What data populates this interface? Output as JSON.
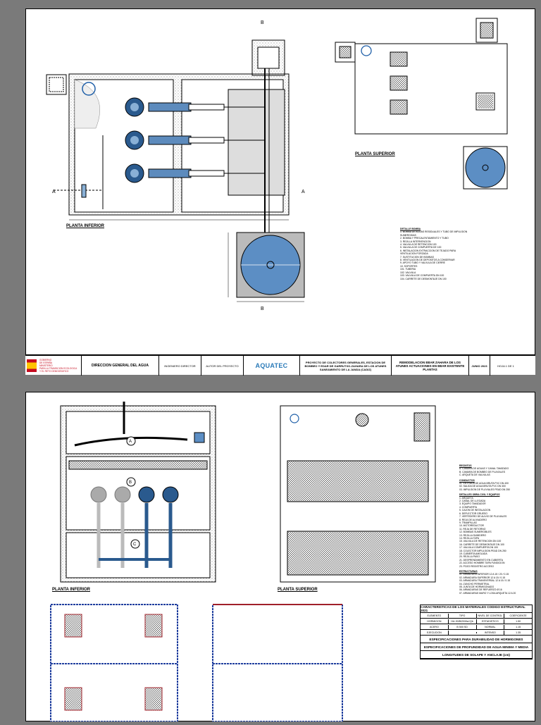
{
  "sheet1": {
    "plan_lower_label": "PLANTA INFERIOR",
    "plan_upper_label": "PLANTA SUPERIOR",
    "section_mark_a": "A",
    "section_mark_b": "B",
    "legend_title": "DETALLE BOMBA",
    "legend_items": [
      "1. BOMBA DE AGUAS RESIDUALES Y TUBO DE IMPULSION",
      "   SUMERGIDAS",
      "2. BOMBA Y PRECALENTAMIENTO Y TUBO",
      "3. REJILLA INTERVENCION",
      "4. VALVULA DE RETENCION 100",
      "5. VALVULA DE COMPUERTA DE 100",
      "6. INSTALACION EXTRACCION DE TEJADO PARA",
      "   VENTILACION FORZADA",
      "7. SUSTITUCION DE BOMBAS",
      "8. VENTILACION DE DEPOSITOS A CONSERVAR",
      "9. APOYO TUBO Y VALVULA DE CIERRE",
      "10. SOPORTES",
      "101. TUBERIA",
      "102. VALVULA",
      "103. VALVULA DE COMPUERTA DN 100",
      "104. CARRETE DE DESMONTAJE DN 100"
    ],
    "title_block": {
      "agency": "DIRECCION GENERAL DEL AGUA",
      "ministry": "GOBIERNO\nDE ESPAÑA\nMINISTERIO\nPARA LA TRANSICION ECOLOGICA\nY EL RETO DEMOGRAFICO",
      "engineer_label": "INGENIERO DIRECTOR",
      "author_label": "AUTOR DEL PROYECTO",
      "consultant": "AQUATEC",
      "project": "PROYECTO DE COLECTORES GENERALES, ESTACION DE BOMBEO Y EDAR DE GARRUTXO-ZAHARA DE LOS ATUNES SANEAMIENTO DE LA JANDA (CADIZ)",
      "plan_title": "REMODELACION EBAR ZAHARA DE LOS ATUNES ACTUACIONES EN EBAR EXISTENTE PLANTAS",
      "date": "JUNIO 2023",
      "sheet": "HOJA 1 DE 1"
    }
  },
  "sheet2": {
    "plan_lower_label": "PLANTA INFERIOR",
    "plan_upper_label": "PLANTA SUPERIOR",
    "zones": [
      "A",
      "B",
      "C"
    ],
    "legend_sections": [
      {
        "title": "RECINTOS",
        "items": [
          "A.   CAMARA DE AGUAS Y CANAL TAMIZADO",
          "B.   CAMARA DE BOMBEO DE PLUVIALES",
          "C.   ARQUETA DE VALVULAS"
        ]
      },
      {
        "title": "CONDUCTOS",
        "items": [
          "01. ENTRADA DE AGUA BRUTA PVC DN 400",
          "02. SALIDA DE AGUA BRUTA PVC DN 300",
          "03. IMPULSION DE PLUVIALES PEAD DN 250"
        ]
      },
      {
        "title": "DETALLES OBRA CIVIL Y EQUIPOS",
        "items": [
          "1. ARQUETA",
          "2. CANAL DE LLEGADA",
          "3. EQUIPO TAMIZADOR",
          "4. COMPUERTA",
          "5. CAJON DE INSTALACION",
          "6. DEFLECTOR GRUESO",
          "7. VERTEDERO DE ALIVIO DE PLUVIALES",
          "8. REJA DE ALIVIADERO",
          "9. TRAMPILLAS",
          "10. MOTOREDUCTOR",
          "11. REJA DE RETORNO",
          "12. BOMBAS SUMERGIBLES",
          "13. REJILLA SUMIDERO",
          "14. REJILLA TAPA",
          "15. VALVULA DE RETENCION DN 100",
          "16. CARRETE DE DESMONTAJE DN 100",
          "17. VALVULA COMPUERTA DN 100",
          "18. COLECTOR IMPULSION PEAD DN 250",
          "19. CUBIERTA AMOLADA",
          "20. REJILLA PASO",
          "21. DESPRENDIMIENTO EN CUBIERTA",
          "22. ACCESO HOMBRE TAPA FUNDICION",
          "23. POZO REGISTRO ACCESO"
        ]
      },
      {
        "title": "ESTRUCTURAS",
        "items": [
          "01. ARMADURA INFERIOR 12 A 15 / 20 / 0.15",
          "02. ARMADURA SUPERIOR 12 A 15 / 0.15",
          "03. ARMADURA TRANSVERSAL 12 A 15 / 0.15",
          "04. ZUNCHO PERIMETRAL",
          "05. JUNTA DE HORMIGONADO",
          "06. ARMADURAS DE REFUERZO Ø 16",
          "07. ARMADURAS MURO Y LOSA ARQUETA 12 A 20"
        ]
      }
    ],
    "spec_table": {
      "title": "CARACTERISTICAS DE LOS MATERIALES CODIGO ESTRUCTURAL 2021",
      "subtitle_1": "ESPECIFICACIONES PARA DURABILIDAD DE HORMIGONES",
      "subtitle_2": "ESPECIFICACIONES DE PROFUNDIDAD DE AGUA MINIMA Y MEDIA",
      "subtitle_3": "LONGITUDES DE SOLAPE Y ANCLAJE (cm)",
      "col_headers": [
        "ELEMENTO",
        "TIPO",
        "NIVEL DE CONTROL",
        "COEFICIENTE"
      ],
      "rows": [
        [
          "HORMIGON",
          "HA-30/B/20/IIIa+Qb",
          "ESTADISTICO",
          "1.50"
        ],
        [
          "ACERO",
          "B 500 SD",
          "NORMAL",
          "1.15"
        ],
        [
          "EJECUCION",
          "",
          "INTENSO",
          "1.35"
        ]
      ]
    }
  }
}
